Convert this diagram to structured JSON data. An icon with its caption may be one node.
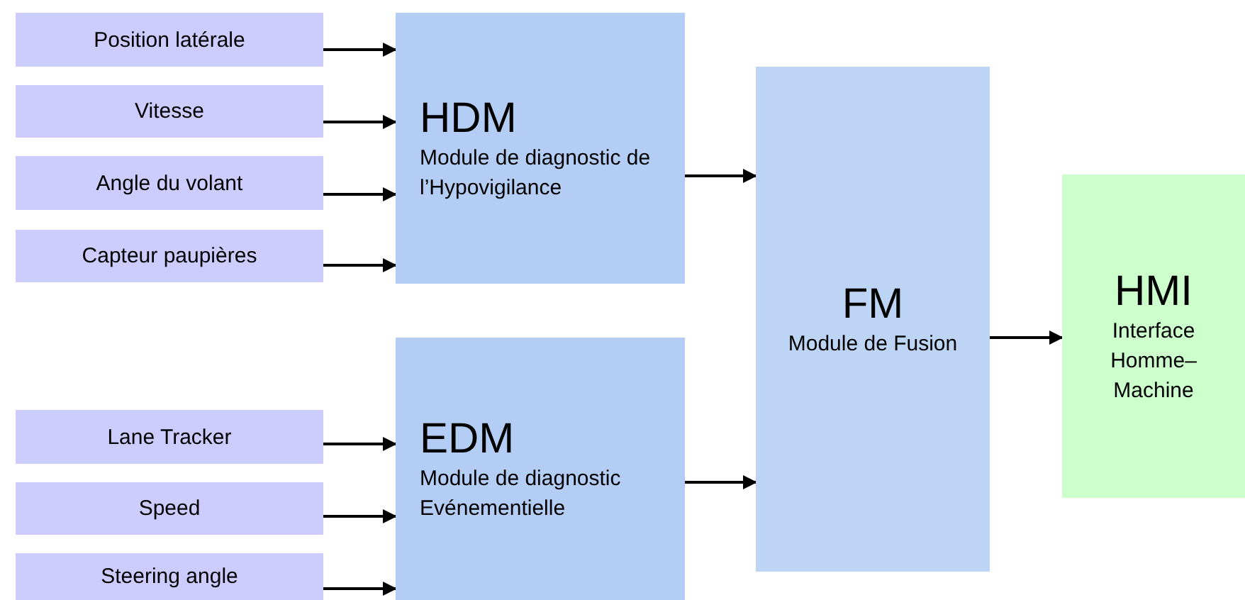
{
  "diagram": {
    "nodes": [
      {
        "text": [
          "Position latérale"
        ]
      },
      {
        "text": [
          "Vitesse"
        ]
      },
      {
        "text": [
          "Angle du volant"
        ]
      },
      {
        "text": [
          "Capteur paupières"
        ]
      },
      {
        "text": [
          "HDM",
          "Module de diagnostic de l’Hypovigilance"
        ]
      },
      {
        "text": [
          "Lane Tracker"
        ]
      },
      {
        "text": [
          "Speed"
        ]
      },
      {
        "text": [
          "Steering angle"
        ]
      },
      {
        "text": [
          "EDM",
          "Module de diagnostic Evénementielle"
        ]
      },
      {
        "text": [
          "FM",
          "Module de Fusion"
        ]
      },
      {
        "text": [
          "HMI",
          "Interface Homme–Machine"
        ]
      }
    ],
    "edges": [
      {
        "from": 0,
        "to": 4,
        "arrow": "to"
      },
      {
        "from": 1,
        "to": 4,
        "arrow": "to"
      },
      {
        "from": 2,
        "to": 4,
        "arrow": "to"
      },
      {
        "from": 3,
        "to": 4,
        "arrow": "to"
      },
      {
        "from": 5,
        "to": 8,
        "arrow": "to"
      },
      {
        "from": 6,
        "to": 8,
        "arrow": "to"
      },
      {
        "from": 7,
        "to": 8,
        "arrow": "to"
      },
      {
        "from": 4,
        "to": 9,
        "arrow": "to"
      },
      {
        "from": 8,
        "to": 9,
        "arrow": "to"
      },
      {
        "from": 9,
        "to": 10,
        "arrow": "to"
      }
    ]
  }
}
